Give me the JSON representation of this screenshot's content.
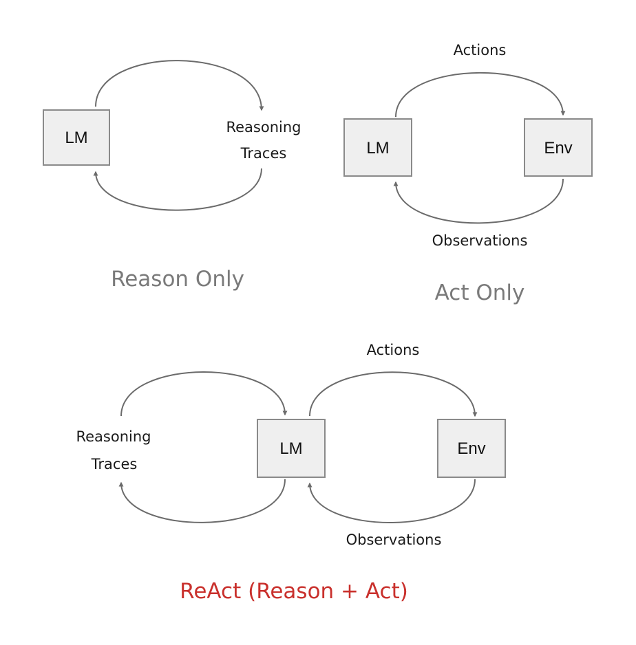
{
  "colors": {
    "caption_gray": "#7a7a7a",
    "caption_red": "#c9302c"
  },
  "reason_only": {
    "lm": "LM",
    "traces_line1": "Reasoning",
    "traces_line2": "Traces",
    "caption": "Reason Only"
  },
  "act_only": {
    "lm": "LM",
    "env": "Env",
    "actions": "Actions",
    "observations": "Observations",
    "caption": "Act Only"
  },
  "react": {
    "lm": "LM",
    "env": "Env",
    "traces_line1": "Reasoning",
    "traces_line2": "Traces",
    "actions": "Actions",
    "observations": "Observations",
    "caption": "ReAct (Reason + Act)"
  }
}
